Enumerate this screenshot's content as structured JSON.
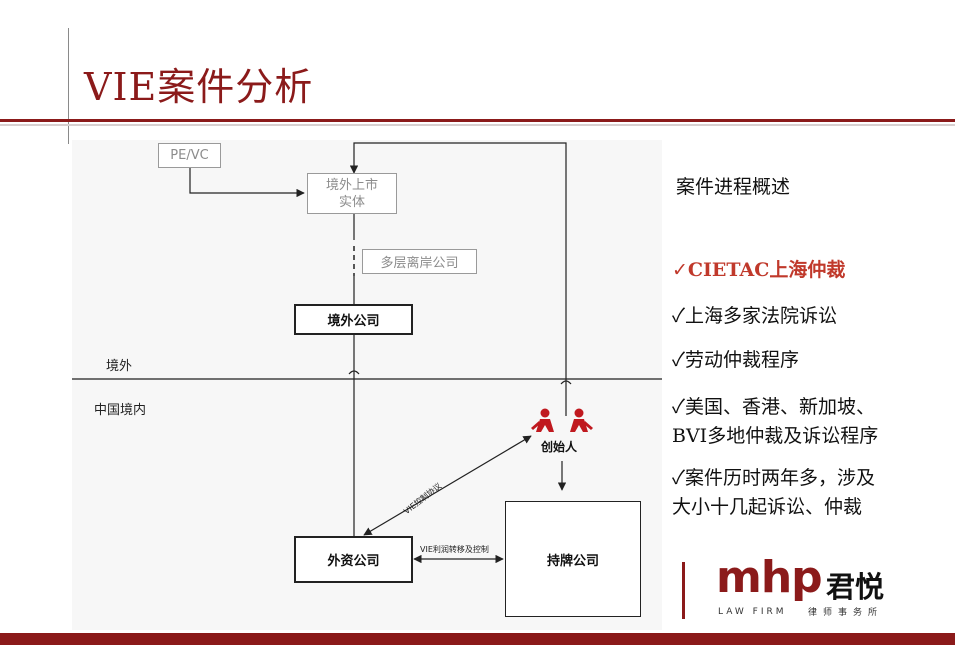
{
  "slide": {
    "title": "VIE案件分析"
  },
  "diagram": {
    "nodes": {
      "pe_vc": "PE/VC",
      "listing_line1": "境外上市",
      "listing_line2": "实体",
      "offshore_layers": "多层离岸公司",
      "offshore_company": "境外公司",
      "wfoe": "外资公司",
      "holding_company": "持牌公司",
      "founder": "创始人"
    },
    "regions": {
      "offshore": "境外",
      "domestic": "中国境内"
    },
    "edges": {
      "control_agreement": "VIE控制协议",
      "profit_transfer": "VIE利润转移及控制"
    }
  },
  "panel": {
    "heading": "案件进程概述",
    "bullets": [
      {
        "check": "✓",
        "lines": [
          "CIETAC上海仲裁"
        ],
        "highlight": true
      },
      {
        "check": "✓",
        "lines": [
          "上海多家法院诉讼"
        ],
        "highlight": false
      },
      {
        "check": "✓",
        "lines": [
          "劳动仲裁程序"
        ],
        "highlight": false
      },
      {
        "check": "✓",
        "lines": [
          "美国、香港、新加坡、",
          "BVI多地仲裁及诉讼程序"
        ],
        "highlight": false
      },
      {
        "check": "✓",
        "lines": [
          "案件历时两年多，涉及",
          "大小十几起诉讼、仲裁"
        ],
        "highlight": false
      }
    ]
  },
  "logo": {
    "wordmark": "mhp",
    "chinese": "君悦",
    "subtitle": "LAW FIRM",
    "subtitle_cn": "律师事务所"
  },
  "colors": {
    "brand": "#8b1a1a",
    "highlight": "#c0392b",
    "line": "#222222",
    "muted": "#8c8c8c"
  }
}
